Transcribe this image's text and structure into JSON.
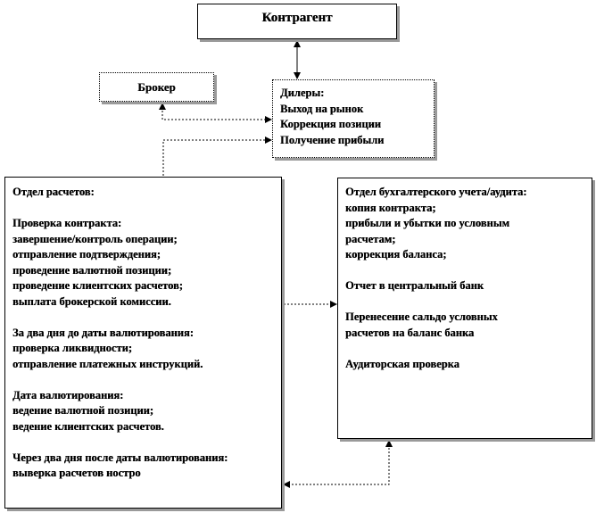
{
  "diagram": {
    "counterparty": {
      "title": "Контрагент"
    },
    "broker": {
      "title": "Брокер"
    },
    "dealers": {
      "lines": [
        "Дилеры:",
        "Выход  на рынок",
        "Коррекция позиции",
        "Получение прибыли"
      ]
    },
    "settlements": {
      "lines": [
        "Отдел расчетов:",
        "",
        "Проверка контракта:",
        "завершение/контроль  операции;",
        "отправление подтверждения;",
        "проведение валютной позиции;",
        "проведение клиентских расчетов;",
        "выплата брокерской  комиссии.",
        "",
        "За два дня до даты валютирования:",
        "проверка ликвидности;",
        "отправление платежных инструкций.",
        "",
        "Дата валютирования:",
        "ведение  валютной позиции;",
        "ведение клиентских  расчетов.",
        "",
        "Через два дня после даты валютирования:",
        "выверка расчетов ностро"
      ]
    },
    "accounting": {
      "lines": [
        "Отдел бухгалтерского  учета/аудита:",
        "копия контракта;",
        "прибыли и убытки  по условным",
        "расчетам;",
        "коррекция  баланса;",
        "",
        "Отчет в центральный банк",
        "",
        "Перенесение сальдо  условных",
        "расчетов на баланс банка",
        "",
        "Аудиторская  проверка"
      ]
    }
  }
}
